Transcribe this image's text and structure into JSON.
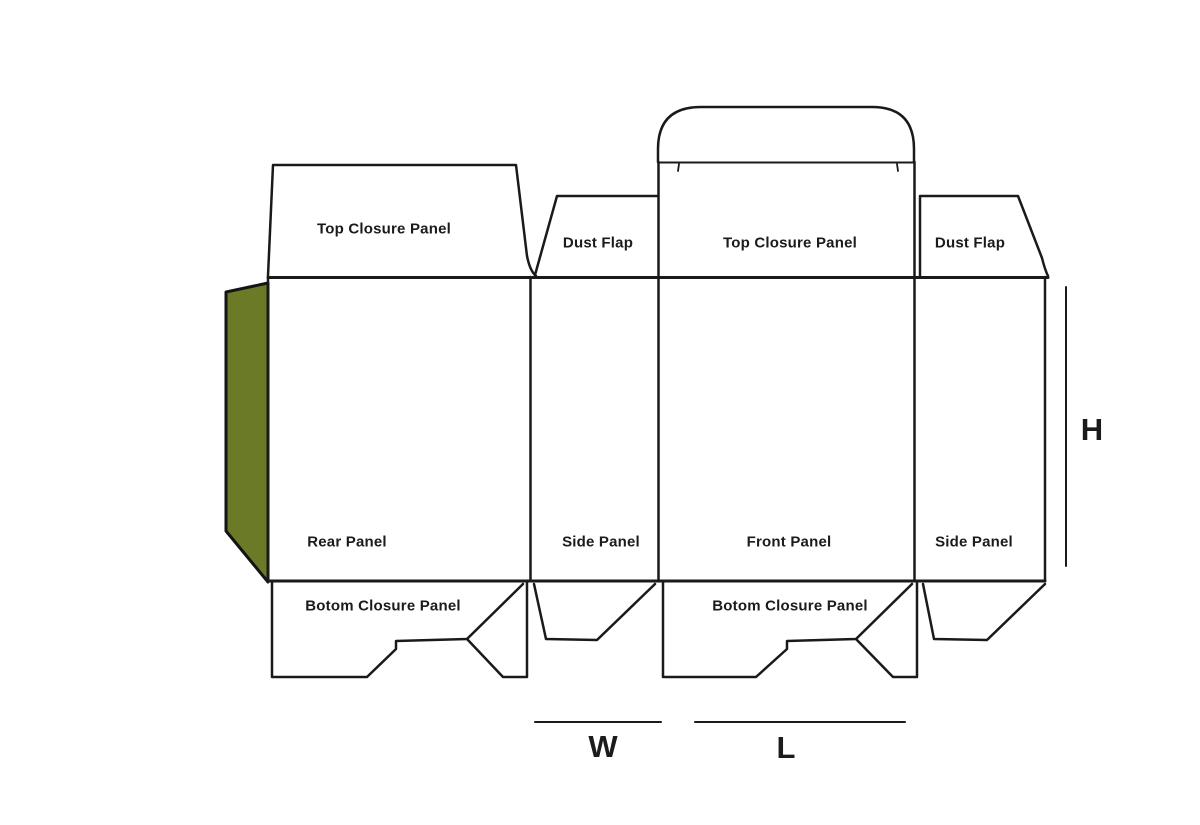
{
  "diagram": {
    "type": "packaging-dieline",
    "colors": {
      "line": "#1a1a1a",
      "glue_flap_fill": "#6b7a26",
      "background": "#ffffff"
    },
    "panels": {
      "top_closure_1": "Top Closure Panel",
      "dust_flap_1": "Dust Flap",
      "top_closure_2": "Top Closure Panel",
      "dust_flap_2": "Dust Flap",
      "rear": "Rear Panel",
      "side_1": "Side Panel",
      "front": "Front Panel",
      "side_2": "Side Panel",
      "bottom_closure_1": "Botom Closure Panel",
      "bottom_closure_2": "Botom Closure Panel"
    },
    "dimensions": {
      "height": "H",
      "width": "W",
      "length": "L"
    }
  }
}
